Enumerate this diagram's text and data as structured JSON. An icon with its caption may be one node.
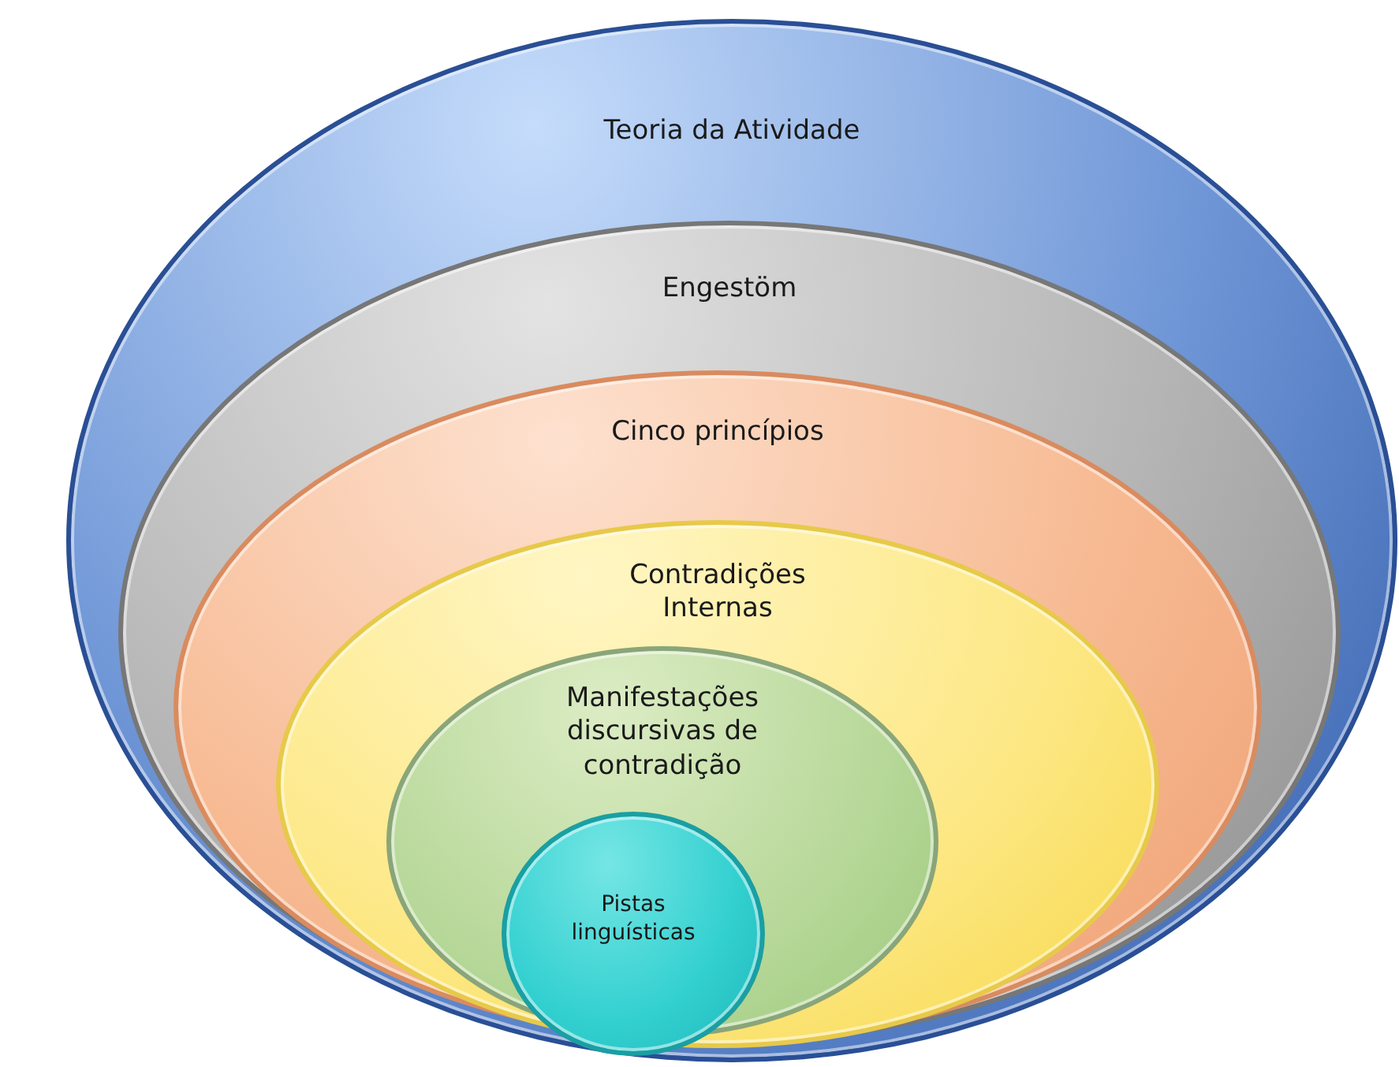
{
  "diagram": {
    "nodes": [
      {
        "text": [
          "Teoria da Atividade"
        ]
      },
      {
        "text": [
          "Engestöm"
        ],
        "in": 0
      },
      {
        "text": [
          "Cinco princípios"
        ],
        "in": 1
      },
      {
        "text": [
          "Contradições Internas"
        ],
        "in": 2
      },
      {
        "text": [
          "Manifestações discursivas de contradição"
        ],
        "in": 3
      },
      {
        "text": [
          "Pistas linguísticas"
        ],
        "in": 4
      }
    ]
  }
}
